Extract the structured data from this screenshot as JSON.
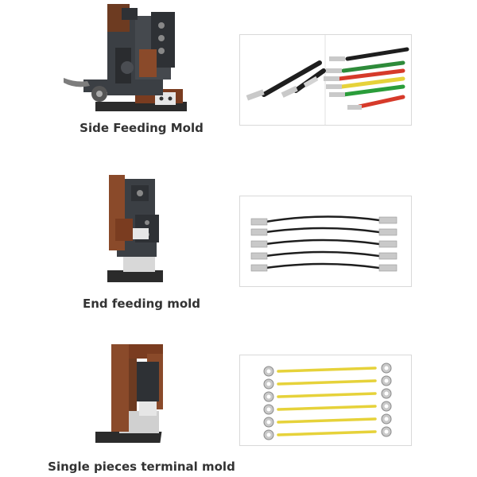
{
  "sections": [
    {
      "caption": "Side Feeding Mold"
    },
    {
      "caption": "End feeding mold"
    },
    {
      "caption": "Single pieces terminal mold"
    }
  ],
  "colors": {
    "copper": "#8a4a2a",
    "steel": "#3b3f44",
    "yellow_wire": "#e6d23a",
    "black_wire": "#1e1e1e"
  }
}
